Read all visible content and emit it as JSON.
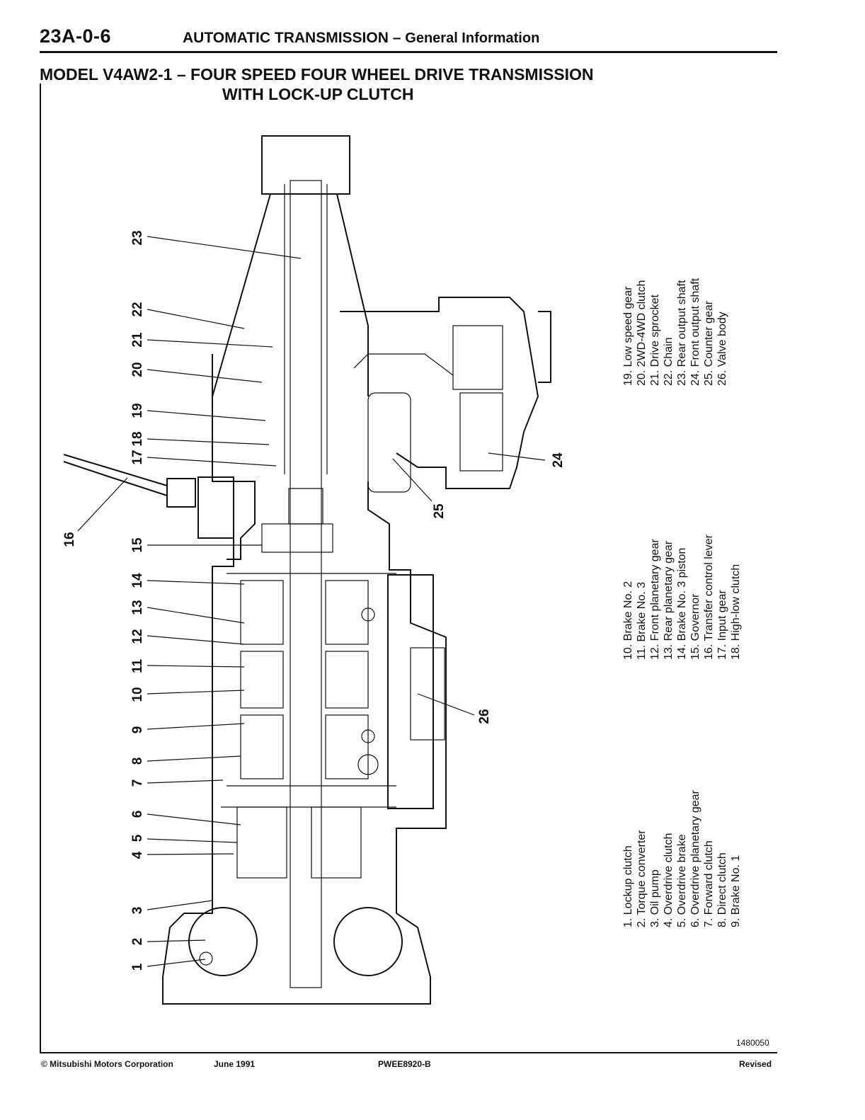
{
  "header": {
    "page_code": "23A-0-6",
    "section": "AUTOMATIC TRANSMISSION",
    "separator": "–",
    "subsection": "General Information"
  },
  "model_title": {
    "line1": "MODEL V4AW2-1 – FOUR SPEED FOUR WHEEL DRIVE TRANSMISSION",
    "line2": "WITH LOCK-UP CLUTCH"
  },
  "callouts": [
    "1",
    "2",
    "3",
    "4",
    "5",
    "6",
    "7",
    "8",
    "9",
    "10",
    "11",
    "12",
    "13",
    "14",
    "15",
    "16",
    "17",
    "18",
    "19",
    "20",
    "21",
    "22",
    "23",
    "24",
    "25",
    "26"
  ],
  "legend": {
    "group1": [
      "1. Lockup clutch",
      "2. Torque converter",
      "3. Oil pump",
      "4. Overdrive clutch",
      "5. Overdrive brake",
      "6. Overdrive planetary gear",
      "7. Forward clutch",
      "8. Direct clutch",
      "9. Brake No. 1"
    ],
    "group2": [
      "10. Brake No. 2",
      "11. Brake No. 3",
      "12. Front planetary gear",
      "13. Rear planetary gear",
      "14. Brake No. 3 piston",
      "15. Governor",
      "16. Transfer control lever",
      "17. Input gear",
      "18. High-low clutch"
    ],
    "group3": [
      "19. Low speed gear",
      "20. 2WD-4WD clutch",
      "21. Drive sprocket",
      "22. Chain",
      "23. Rear output shaft",
      "24. Front output shaft",
      "25. Counter gear",
      "26. Valve body"
    ]
  },
  "figure_number": "1480050",
  "footer": {
    "copyright": "© Mitsubishi Motors Corporation",
    "date": "June 1991",
    "doc_code": "PWEE8920-B",
    "status": "Revised"
  }
}
